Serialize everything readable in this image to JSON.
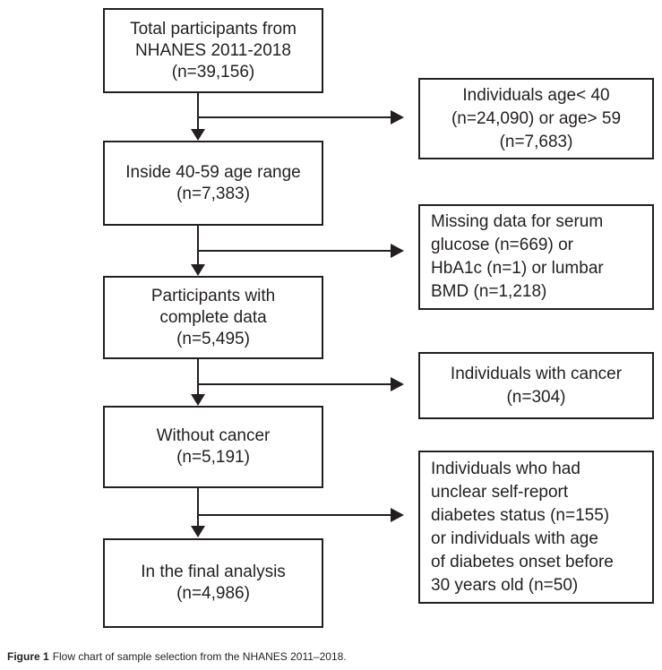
{
  "figure_caption": {
    "label": "Figure 1",
    "text": "Flow chart of sample selection from the NHANES 2011–2018."
  },
  "colors": {
    "ink": "#231f20",
    "background": "#ffffff"
  },
  "flowchart": {
    "main_boxes": [
      {
        "id": "total-participants",
        "lines": [
          "Total participants from",
          "NHANES 2011-2018",
          "(n=39,156)"
        ]
      },
      {
        "id": "age-range",
        "lines": [
          "Inside 40-59 age range",
          "(n=7,383)"
        ]
      },
      {
        "id": "complete-data",
        "lines": [
          "Participants with",
          "complete data",
          "(n=5,495)"
        ]
      },
      {
        "id": "without-cancer",
        "lines": [
          "Without cancer",
          "(n=5,191)"
        ]
      },
      {
        "id": "final-analysis",
        "lines": [
          "In the final analysis",
          "(n=4,986)"
        ]
      }
    ],
    "exclusion_boxes": [
      {
        "id": "age-exclusion",
        "lines": [
          "Individuals age< 40",
          "(n=24,090) or age> 59",
          "(n=7,683)"
        ]
      },
      {
        "id": "missing-data-exclusion",
        "lines": [
          "Missing data for serum",
          "glucose (n=669) or",
          "HbA1c (n=1) or lumbar",
          "BMD (n=1,218)"
        ]
      },
      {
        "id": "cancer-exclusion",
        "lines": [
          "Individuals with cancer",
          "(n=304)"
        ]
      },
      {
        "id": "diabetes-exclusion",
        "lines": [
          "Individuals who had",
          "unclear self-report",
          "diabetes status (n=155)",
          "or individuals with age",
          "of diabetes onset before",
          "30 years old (n=50)"
        ]
      }
    ]
  }
}
